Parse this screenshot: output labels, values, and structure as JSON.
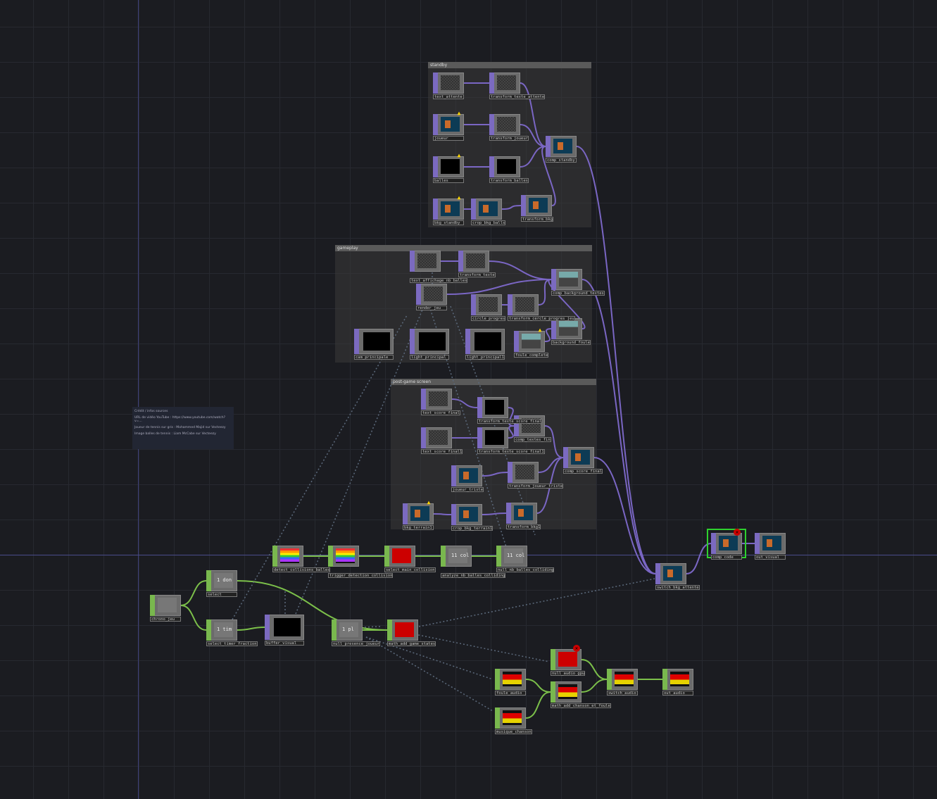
{
  "groups": [
    {
      "title": "standby"
    },
    {
      "title": "gameplay"
    },
    {
      "title": "post-game screen"
    }
  ],
  "note": {
    "lines": [
      "Crédit / infos sources",
      "URL de vidéo YouTube : https://www.youtube.com/watch?v=...",
      "Joueur de tennis sur gris : Mohammed Majid sur Vecteezy",
      "Image balles de tennis : Liam McCabe sur Vecteezy"
    ]
  },
  "colors": {
    "top_family": "#7b6ac0",
    "chop_family": "#79b84e",
    "selection": "#2ed12e",
    "top_wire": "#7a66c4",
    "chop_wire": "#7cc04a",
    "ref_wire": "#5c6a7c"
  },
  "nodes": [
    {
      "name": "text_attente",
      "family": "top",
      "preview": "checker"
    },
    {
      "name": "transform_texte_attente",
      "family": "top",
      "preview": "checker"
    },
    {
      "name": "joueur",
      "family": "top",
      "preview": "image",
      "status": "warning"
    },
    {
      "name": "transform_joueur",
      "family": "top",
      "preview": "checker"
    },
    {
      "name": "balles",
      "family": "top",
      "preview": "black",
      "status": "warning"
    },
    {
      "name": "transform_balles",
      "family": "top",
      "preview": "black"
    },
    {
      "name": "bkg_standby",
      "family": "top",
      "preview": "image",
      "status": "warning"
    },
    {
      "name": "crop_bkg_balls",
      "family": "top",
      "preview": "image"
    },
    {
      "name": "transform_bkg",
      "family": "top",
      "preview": "image"
    },
    {
      "name": "comp_standby",
      "family": "top",
      "preview": "image"
    },
    {
      "name": "text_affichage_nb_balles",
      "family": "top",
      "preview": "checker"
    },
    {
      "name": "transform_texte",
      "family": "top",
      "preview": "checker"
    },
    {
      "name": "comp_background_textes",
      "family": "top",
      "preview": "crowd"
    },
    {
      "name": "render_jeu",
      "family": "top",
      "preview": "checker"
    },
    {
      "name": "circle_progres",
      "family": "top",
      "preview": "checker"
    },
    {
      "name": "transform_cercle_progres_jeu",
      "family": "top",
      "preview": "checker"
    },
    {
      "name": "cam_principale",
      "family": "comp",
      "preview": "black"
    },
    {
      "name": "light_principal",
      "family": "comp",
      "preview": "black"
    },
    {
      "name": "light_principal1",
      "family": "comp",
      "preview": "black"
    },
    {
      "name": "foule_complete",
      "family": "top",
      "preview": "crowd",
      "status": "warning"
    },
    {
      "name": "background_foule",
      "family": "top",
      "preview": "crowd"
    },
    {
      "name": "text_score_final",
      "family": "top",
      "preview": "checker"
    },
    {
      "name": "transform_texte_score_final",
      "family": "top",
      "preview": "black"
    },
    {
      "name": "text_score_final1",
      "family": "top",
      "preview": "checker"
    },
    {
      "name": "transform_texte_score_final1",
      "family": "top",
      "preview": "black"
    },
    {
      "name": "comp_textes_fin",
      "family": "top",
      "preview": "checker"
    },
    {
      "name": "comp_score_final",
      "family": "top",
      "preview": "image"
    },
    {
      "name": "joueur_triste",
      "family": "top",
      "preview": "image"
    },
    {
      "name": "transform_joueur_triste",
      "family": "top",
      "preview": "checker"
    },
    {
      "name": "bkg_terrain1",
      "family": "top",
      "preview": "image",
      "status": "warning"
    },
    {
      "name": "crop_bkg_terrain1",
      "family": "top",
      "preview": "image"
    },
    {
      "name": "transform_bkg1",
      "family": "top",
      "preview": "image"
    },
    {
      "name": "chrono_jeu",
      "family": "chop",
      "preview": "chop"
    },
    {
      "name": "select",
      "family": "chop",
      "preview": "chop",
      "value": "1 don"
    },
    {
      "name": "select_timer_fraction",
      "family": "chop",
      "preview": "chop",
      "value": "1 tim"
    },
    {
      "name": "buffer_visual",
      "family": "top",
      "preview": "black"
    },
    {
      "name": "detect_collisions_balles",
      "family": "chop",
      "preview": "bars"
    },
    {
      "name": "trigger_detection_collision",
      "family": "chop",
      "preview": "bars"
    },
    {
      "name": "select_main_collision",
      "family": "chop",
      "preview": "red"
    },
    {
      "name": "analyze_nb_balles_colliding",
      "family": "chop",
      "preview": "chop",
      "value": "11 col"
    },
    {
      "name": "null_nb_balles_colliding",
      "family": "chop",
      "preview": "chop",
      "value": "11 col"
    },
    {
      "name": "null_presence_joueur",
      "family": "chop",
      "preview": "chop",
      "value": "1 pl"
    },
    {
      "name": "math_add_game_states",
      "family": "chop",
      "preview": "red"
    },
    {
      "name": "switch_bkg_attente",
      "family": "top",
      "preview": "image"
    },
    {
      "name": "comp_code",
      "family": "top",
      "preview": "image",
      "status": "error",
      "selected": true
    },
    {
      "name": "out_visual",
      "family": "top",
      "preview": "image"
    },
    {
      "name": "null_audio_gpu",
      "family": "chop",
      "preview": "red",
      "status": "error"
    },
    {
      "name": "foule_audio",
      "family": "chop",
      "preview": "audio"
    },
    {
      "name": "math_add_chanson_et_foule",
      "family": "chop",
      "preview": "audio"
    },
    {
      "name": "switch_audio",
      "family": "chop",
      "preview": "audio"
    },
    {
      "name": "out_audio",
      "family": "chop",
      "preview": "audio"
    },
    {
      "name": "musique_chanson",
      "family": "chop",
      "preview": "audio"
    }
  ]
}
